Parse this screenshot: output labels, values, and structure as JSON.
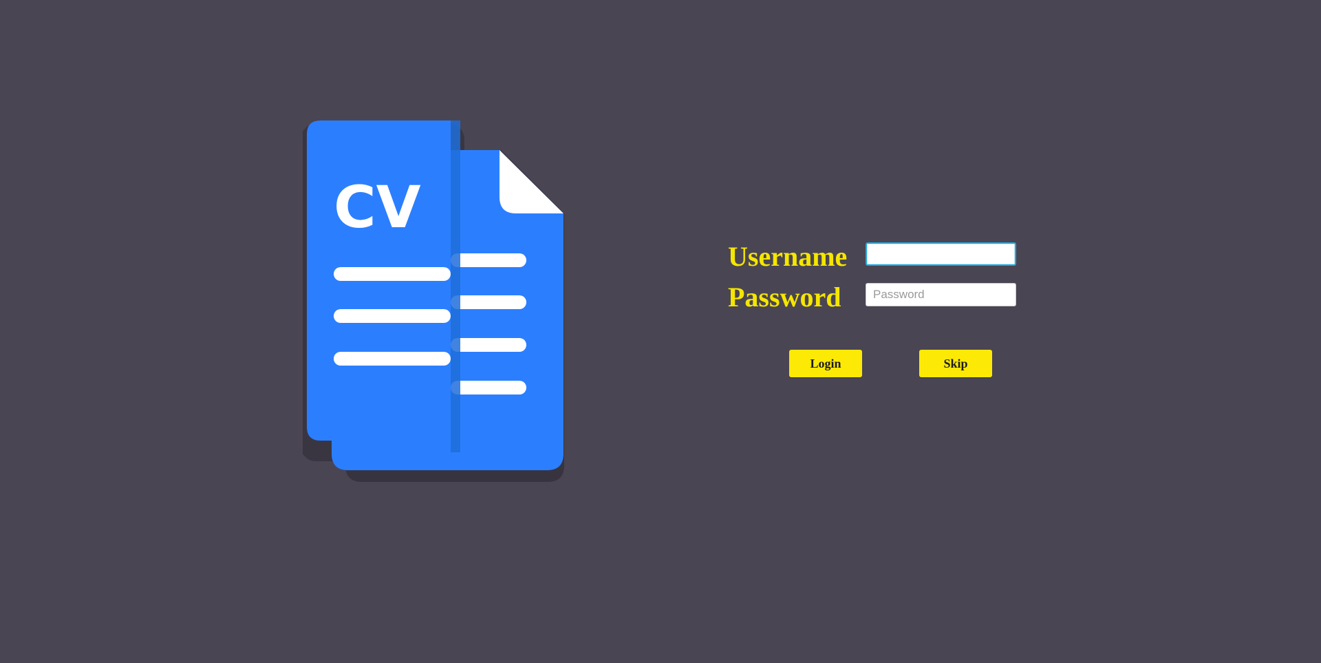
{
  "logo": {
    "text": "CV",
    "colors": {
      "front_page": "#2b7fff",
      "back_page": "#2b7fff",
      "fold": "#ffffff",
      "shadow": "#38343f",
      "lines": "#ffffff"
    }
  },
  "login_form": {
    "username_label": "Username",
    "username_value": "",
    "username_placeholder": "",
    "password_label": "Password",
    "password_value": "",
    "password_placeholder": "Password",
    "login_button": "Login",
    "skip_button": "Skip"
  },
  "colors": {
    "background": "#4a4552",
    "label": "#f5e600",
    "button_bg": "#fcea06",
    "focus_border": "#27a7d8"
  }
}
